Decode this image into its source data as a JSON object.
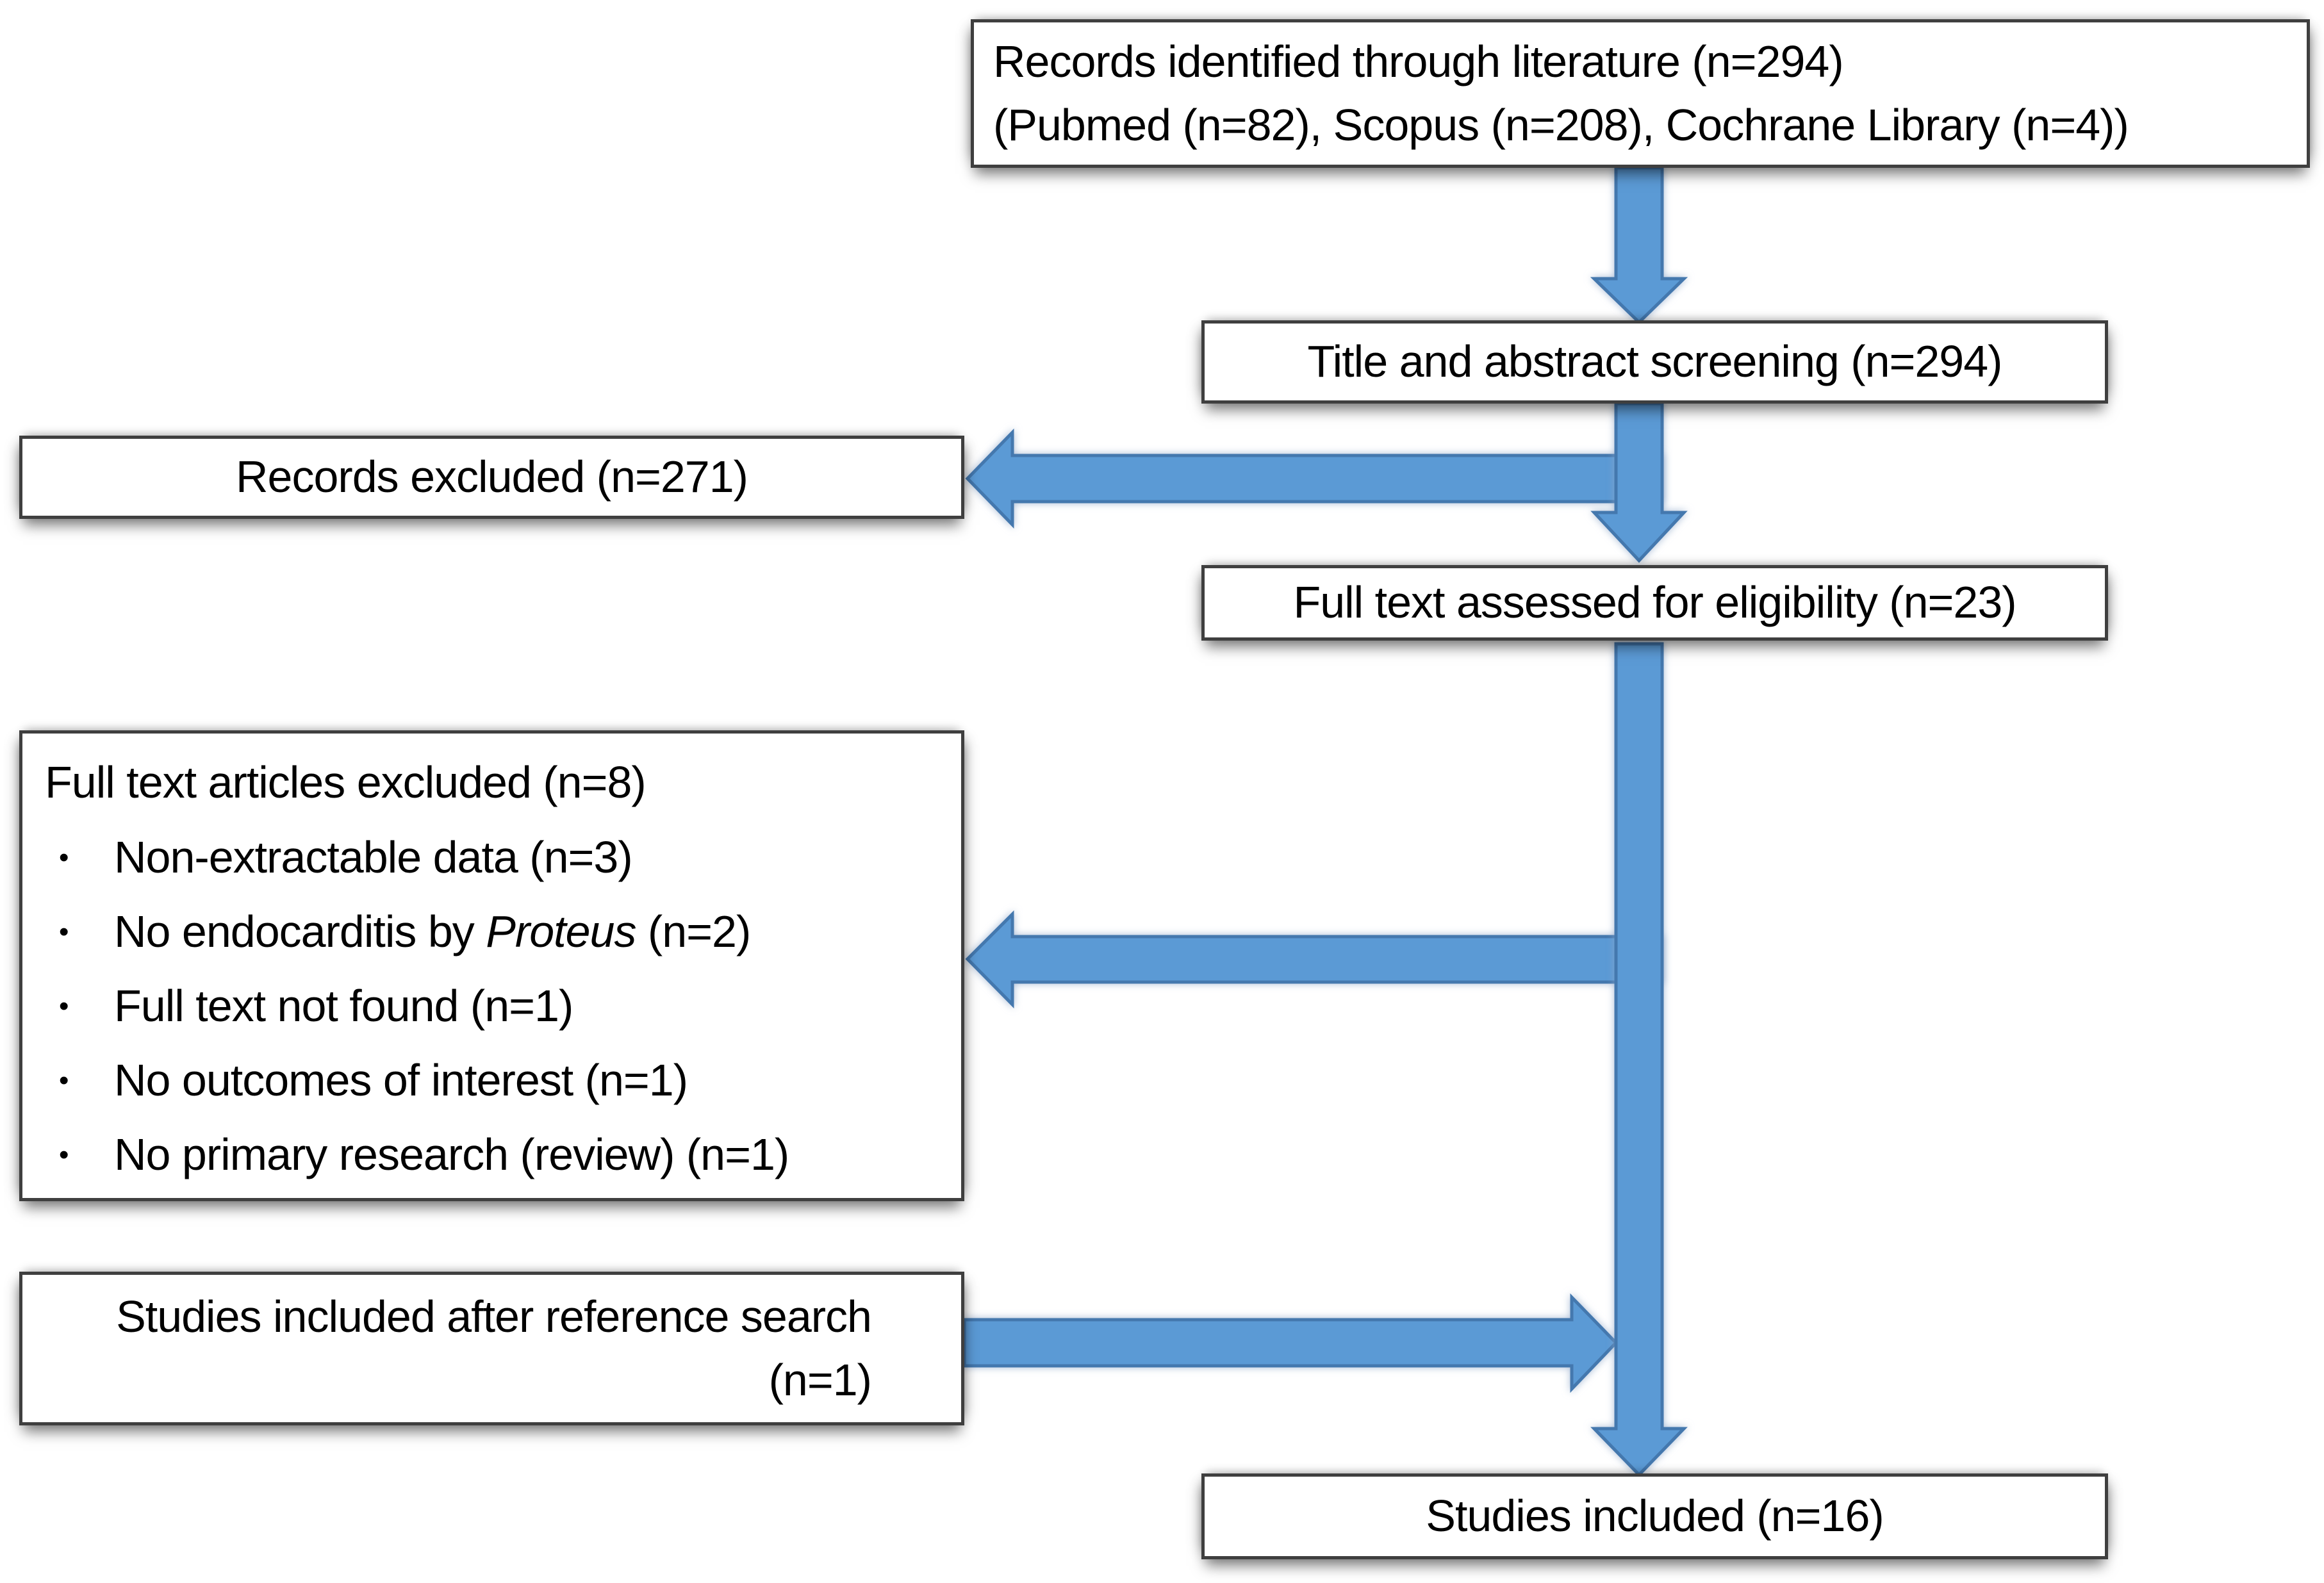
{
  "diagram": {
    "colors": {
      "background": "#FFFFFF",
      "text": "#000000",
      "box_border": "#3F3F3F",
      "arrow_fill": "#5B9AD5",
      "arrow_stroke": "#4478AE"
    },
    "boxes": {
      "identified": {
        "line1": "Records identified through literature (n=294)",
        "line2": "(Pubmed (n=82), Scopus (n=208), Cochrane Library (n=4))"
      },
      "screening": {
        "label": "Title and abstract screening (n=294)"
      },
      "records_excluded": {
        "label": "Records excluded (n=271)"
      },
      "full_text_assessed": {
        "label": "Full text assessed for eligibility (n=23)"
      },
      "full_text_excluded": {
        "title": "Full text articles excluded (n=8)",
        "bullet_marker": "•",
        "items": {
          "non_extractable": "Non-extractable data (n=3)",
          "no_endocarditis_prefix": "No endocarditis by ",
          "no_endocarditis_italic": "Proteus",
          "no_endocarditis_suffix": " (n=2)",
          "full_text_not_found": "Full text not found (n=1)",
          "no_outcomes": "No outcomes of interest (n=1)",
          "no_primary": "No primary research (review) (n=1)"
        }
      },
      "reference_search": {
        "line1": "Studies included after reference search",
        "line2": "(n=1)"
      },
      "included": {
        "label": "Studies included (n=16)"
      }
    }
  }
}
